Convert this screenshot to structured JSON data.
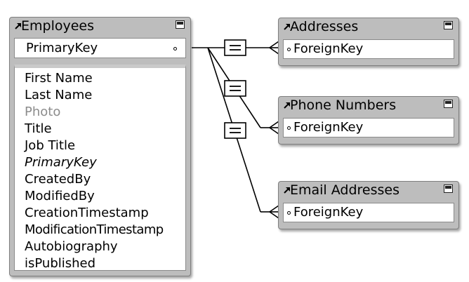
{
  "employees": {
    "title": "Employees",
    "key_field": "PrimaryKey",
    "fields": [
      {
        "label": "First Name",
        "style": "normal"
      },
      {
        "label": "Last Name",
        "style": "normal"
      },
      {
        "label": "Photo",
        "style": "dim"
      },
      {
        "label": "Title",
        "style": "normal"
      },
      {
        "label": "Job Title",
        "style": "normal"
      },
      {
        "label": "PrimaryKey",
        "style": "italic"
      },
      {
        "label": "CreatedBy",
        "style": "normal"
      },
      {
        "label": "ModifiedBy",
        "style": "normal"
      },
      {
        "label": "CreationTimestamp",
        "style": "normal"
      },
      {
        "label": "ModificationTimestamp",
        "style": "normal"
      },
      {
        "label": "Autobiography",
        "style": "normal"
      },
      {
        "label": "isPublished",
        "style": "normal"
      }
    ]
  },
  "addresses": {
    "title": "Addresses",
    "key_field": "ForeignKey"
  },
  "phone_numbers": {
    "title": "Phone Numbers",
    "key_field": "ForeignKey"
  },
  "email_addresses": {
    "title": "Email Addresses",
    "key_field": "ForeignKey"
  },
  "relationships": [
    {
      "from": "Employees",
      "to": "Addresses",
      "operator": "="
    },
    {
      "from": "Employees",
      "to": "Phone Numbers",
      "operator": "="
    },
    {
      "from": "Employees",
      "to": "Email Addresses",
      "operator": "="
    }
  ]
}
